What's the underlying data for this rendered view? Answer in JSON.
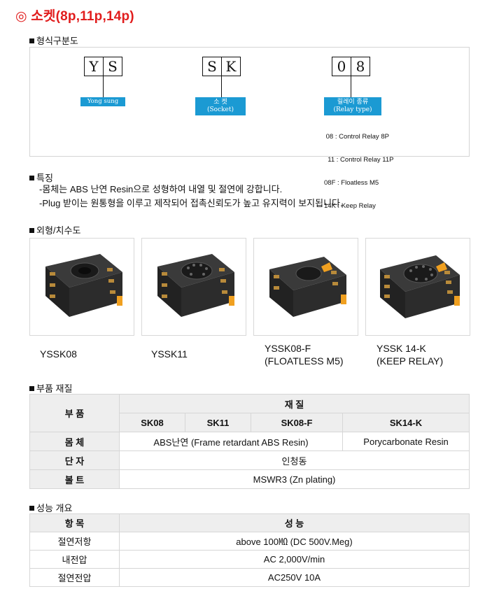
{
  "title": "◎ 소켓(8p,11p,14p)",
  "sections": {
    "designation": "형식구분도",
    "features": "특징",
    "appearance": "외형/치수도",
    "materials": "부품 재질",
    "performance": "성능 개요"
  },
  "designation": {
    "group1": {
      "chars": [
        "Y",
        "S"
      ],
      "tag": "Yong sung"
    },
    "group2": {
      "chars": [
        "S",
        "K"
      ],
      "tag_line1": "소    켓",
      "tag_line2": "(Socket)"
    },
    "group3": {
      "chars": [
        "0",
        "8"
      ],
      "tag_line1": "릴레이 종류",
      "tag_line2": "(Relay type)"
    },
    "relay_types": [
      " 08 : Control Relay 8P",
      "  11 : Control Relay 11P",
      "08F : Floatless M5",
      "14K : Keep Relay"
    ]
  },
  "features": [
    "-몸체는 ABS 난연 Resin으로 성형하여 내열 및 절연에 강합니다.",
    "-Plug 받이는 원통형을 이루고 제작되어 접촉신뢰도가 높고 유지력이 보지됩니다."
  ],
  "products": [
    {
      "name": "YSSK08",
      "sub": ""
    },
    {
      "name": "YSSK11",
      "sub": ""
    },
    {
      "name": "YSSK08-F",
      "sub": "(FLOATLESS M5)"
    },
    {
      "name": "YSSK 14-K",
      "sub": "(KEEP RELAY)"
    }
  ],
  "materials": {
    "part_header": "부 품",
    "material_header": "재 질",
    "columns": [
      "SK08",
      "SK11",
      "SK08-F",
      "SK14-K"
    ],
    "rows": [
      {
        "part": "몸 체",
        "value_a": "ABS난연 (Frame retardant ABS Resin)",
        "value_b": "Porycarbonate Resin"
      },
      {
        "part": "단 자",
        "value_a": "인청동"
      },
      {
        "part": "볼 트",
        "value_a": "MSWR3 (Zn plating)"
      }
    ]
  },
  "performance": {
    "item_header": "항 목",
    "perf_header": "성 능",
    "rows": [
      {
        "item": "절연저항",
        "value": "above 100㏁ (DC 500V.Meg)"
      },
      {
        "item": "내전압",
        "value": "AC 2,000V/min"
      },
      {
        "item": "절연전압",
        "value": "AC250V 10A"
      }
    ]
  }
}
